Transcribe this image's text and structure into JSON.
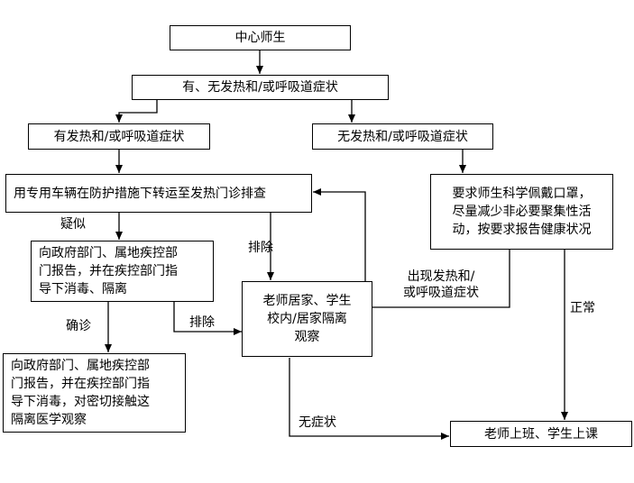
{
  "nodes": {
    "center": "中心师生",
    "check": "有、无发热和/或呼吸道症状",
    "fever": "有发热和/或呼吸道症状",
    "no_fever": "无发热和/或呼吸道症状",
    "transport": "用专用车辆在防护措施下转运至发热门诊排查",
    "mask": "要求师生科学佩戴口罩，\n尽量减少非必要聚集性活\n动，按要求报告健康状况",
    "suspected_report": "向政府部门、属地疾控部\n门报告，并在疾控部门指\n导下消毒、隔离",
    "home_obs": "老师居家、学生\n校内/居家隔离\n观察",
    "confirmed_report": "向政府部门、属地疾控部\n门报告，并在疾控部门指\n导下消毒，对密切接触这\n隔离医学观察",
    "back_to_class": "老师上班、学生上课"
  },
  "edge_labels": {
    "suspected": "疑似",
    "exclude_1": "排除",
    "exclude_2": "排除",
    "confirmed": "确诊",
    "symptoms_appear": "出现发热和/\n或呼吸道症状",
    "normal": "正常",
    "no_symptoms": "无症状"
  }
}
